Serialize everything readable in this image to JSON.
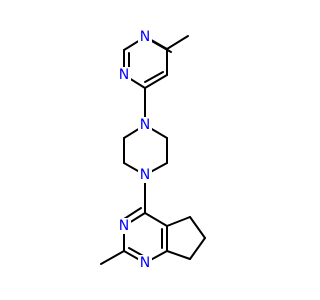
{
  "structure": {
    "atom_label_color": "#0000ff",
    "bond_color": "#000000",
    "atoms": {
      "pym_n1": "N",
      "pym_n3": "N",
      "pip_n4": "N",
      "pip_n1": "N",
      "cp_n3": "N",
      "cp_n1": "N"
    }
  }
}
